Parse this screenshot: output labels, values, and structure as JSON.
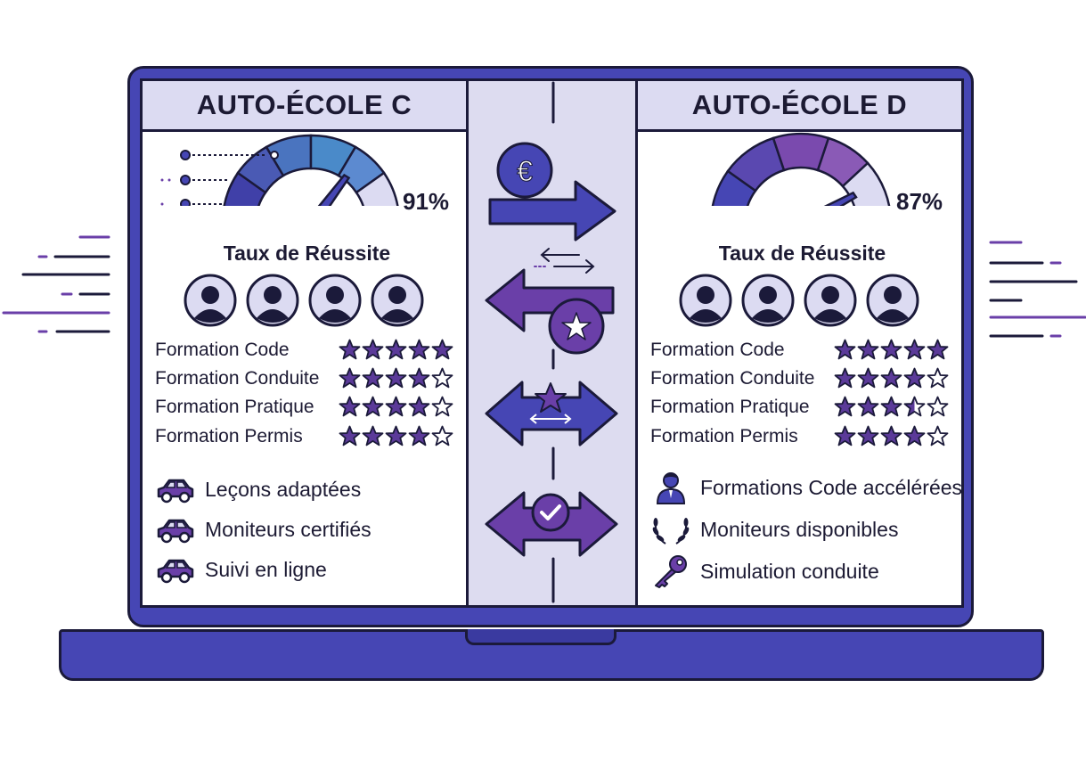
{
  "left": {
    "title": "AUTO-ÉCOLE C",
    "success_rate": "91%",
    "success_fraction": 0.91,
    "rate_label": "Taux de Réussite",
    "avatar_count": 4,
    "ratings": [
      {
        "label": "Formation Code",
        "stars": 5
      },
      {
        "label": "Formation Conduite",
        "stars": 4
      },
      {
        "label": "Formation Pratique",
        "stars": 4
      },
      {
        "label": "Formation Permis",
        "stars": 4
      }
    ],
    "features": [
      {
        "icon": "car-icon",
        "label": "Leçons adaptées"
      },
      {
        "icon": "car-icon",
        "label": "Moniteurs certifiés"
      },
      {
        "icon": "car-icon",
        "label": "Suivi en ligne"
      }
    ]
  },
  "right": {
    "title": "AUTO-ÉCOLE D",
    "success_rate": "87%",
    "success_fraction": 0.87,
    "rate_label": "Taux de Réussite",
    "avatar_count": 4,
    "ratings": [
      {
        "label": "Formation Code",
        "stars": 5
      },
      {
        "label": "Formation Conduite",
        "stars": 4
      },
      {
        "label": "Formation Pratique",
        "stars": 3.5
      },
      {
        "label": "Formation Permis",
        "stars": 4
      }
    ],
    "features": [
      {
        "icon": "instructor-icon",
        "label": "Formations Code accélérées"
      },
      {
        "icon": "laurel-icon",
        "label": "Moniteurs disponibles"
      },
      {
        "icon": "key-icon",
        "label": "Simulation conduite"
      }
    ]
  },
  "middle": {
    "icons": [
      "euro-coin-icon",
      "swap-arrows-icon",
      "star-badge-icon",
      "star-double-arrow-icon",
      "check-double-arrow-icon"
    ],
    "currency_symbol": "€"
  },
  "colors": {
    "primary": "#4646b4",
    "accent_purple": "#6a3fa8",
    "star": "#5b3a99",
    "dark": "#1c1a33",
    "panel_header": "#dcdbf2"
  }
}
